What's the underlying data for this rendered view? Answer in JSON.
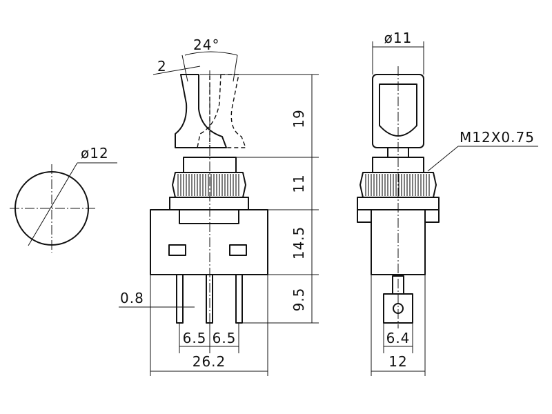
{
  "dimensions": {
    "angle": "24°",
    "tip_width": "2",
    "lever_height": "19",
    "bushing_height": "11",
    "body_height": "14.5",
    "terminal_height": "9.5",
    "hole_diameter": "ø12",
    "terminal_thickness": "0.8",
    "pitch_left": "6.5",
    "pitch_right": "6.5",
    "body_width": "26.2",
    "cap_diameter": "ø11",
    "thread": "M12X0.75",
    "terminal_width": "6.4",
    "side_width": "12"
  }
}
